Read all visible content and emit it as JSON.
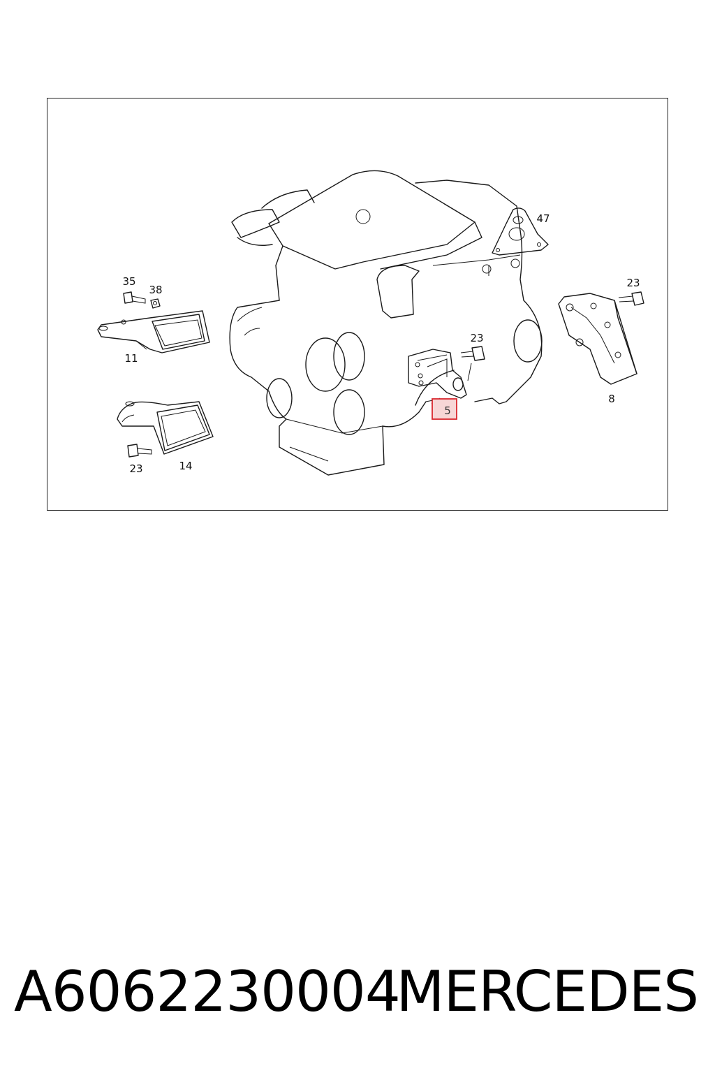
{
  "diagram": {
    "callouts": [
      {
        "id": "47",
        "text": "47"
      },
      {
        "id": "35",
        "text": "35"
      },
      {
        "id": "38",
        "text": "38"
      },
      {
        "id": "11",
        "text": "11"
      },
      {
        "id": "23a",
        "text": "23"
      },
      {
        "id": "23b",
        "text": "23"
      },
      {
        "id": "8",
        "text": "8"
      },
      {
        "id": "23c",
        "text": "23"
      },
      {
        "id": "14",
        "text": "14"
      },
      {
        "id": "5",
        "text": "5",
        "highlighted": true
      }
    ],
    "highlight_color": "#d9262e"
  },
  "footer": {
    "part_number": "A6062230004",
    "brand": "MERCEDES"
  }
}
